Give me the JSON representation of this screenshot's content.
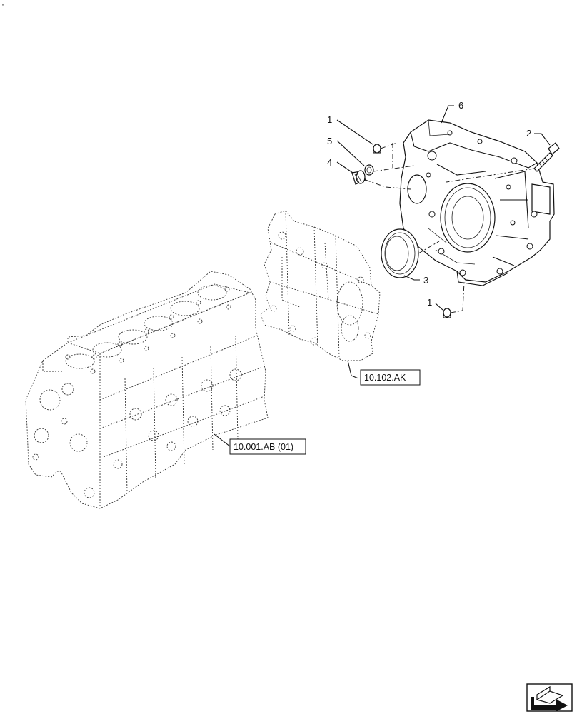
{
  "corner_mark": "·",
  "callouts": {
    "c1_top": "1",
    "c5": "5",
    "c4": "4",
    "c6": "6",
    "c2": "2",
    "c3": "3",
    "c1_bottom": "1"
  },
  "references": {
    "ref_timing_cover": "10.102.AK",
    "ref_engine_block": "10.001.AB (01)"
  },
  "icons": {
    "navigation": "arrow-navigation-icon"
  }
}
